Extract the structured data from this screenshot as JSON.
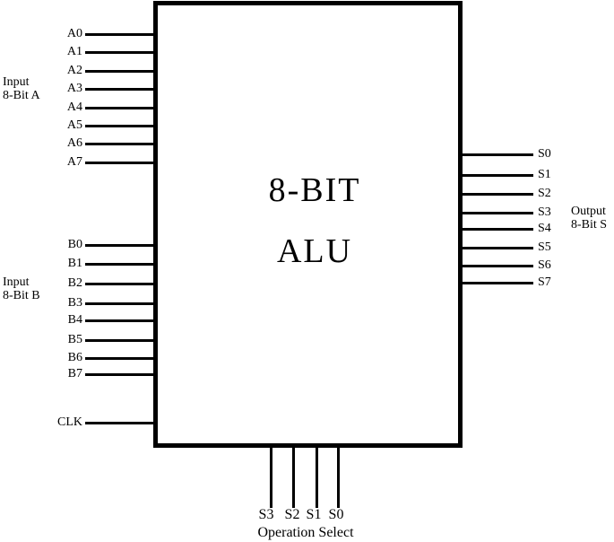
{
  "colors": {
    "ink": "#000000",
    "background": "#ffffff"
  },
  "block": {
    "title_line1": "8-BIT",
    "title_line2": "ALU"
  },
  "input_a": {
    "label_line1": "Input",
    "label_line2": "8-Bit A",
    "pins": [
      "A0",
      "A1",
      "A2",
      "A3",
      "A4",
      "A5",
      "A6",
      "A7"
    ]
  },
  "input_b": {
    "label_line1": "Input",
    "label_line2": "8-Bit B",
    "pins": [
      "B0",
      "B1",
      "B2",
      "B3",
      "B4",
      "B5",
      "B6",
      "B7"
    ]
  },
  "clock": {
    "pin": "CLK"
  },
  "output_s": {
    "label_line1": "Output",
    "label_line2": "8-Bit S",
    "pins": [
      "S0",
      "S1",
      "S2",
      "S3",
      "S4",
      "S5",
      "S6",
      "S7"
    ]
  },
  "operation_select": {
    "label": "Operation Select",
    "pins": [
      "S3",
      "S2",
      "S1",
      "S0"
    ]
  }
}
